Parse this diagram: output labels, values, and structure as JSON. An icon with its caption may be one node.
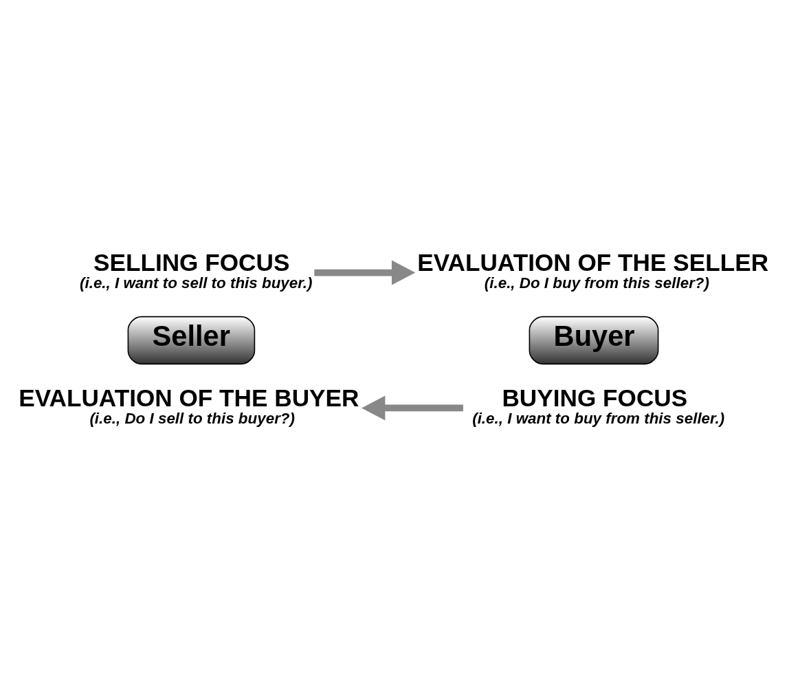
{
  "diagram": {
    "nodes": [
      {
        "text": [
          "SELLING FOCUS",
          "(i.e., I want to sell to this buyer.)"
        ]
      },
      {
        "text": [
          "Seller"
        ]
      },
      {
        "text": [
          "EVALUATION OF THE BUYER",
          "(i.e., Do I sell to this buyer?)"
        ]
      },
      {
        "text": [
          "EVALUATION OF THE SELLER",
          "(i.e., Do I buy from this seller?)"
        ]
      },
      {
        "text": [
          "Buyer"
        ]
      },
      {
        "text": [
          "BUYING FOCUS",
          "(i.e., I want to buy from this seller.)"
        ]
      }
    ],
    "edges": [
      {
        "from": 0,
        "to": 3,
        "arrow": "to"
      },
      {
        "from": 5,
        "to": 2,
        "arrow": "to"
      }
    ]
  }
}
